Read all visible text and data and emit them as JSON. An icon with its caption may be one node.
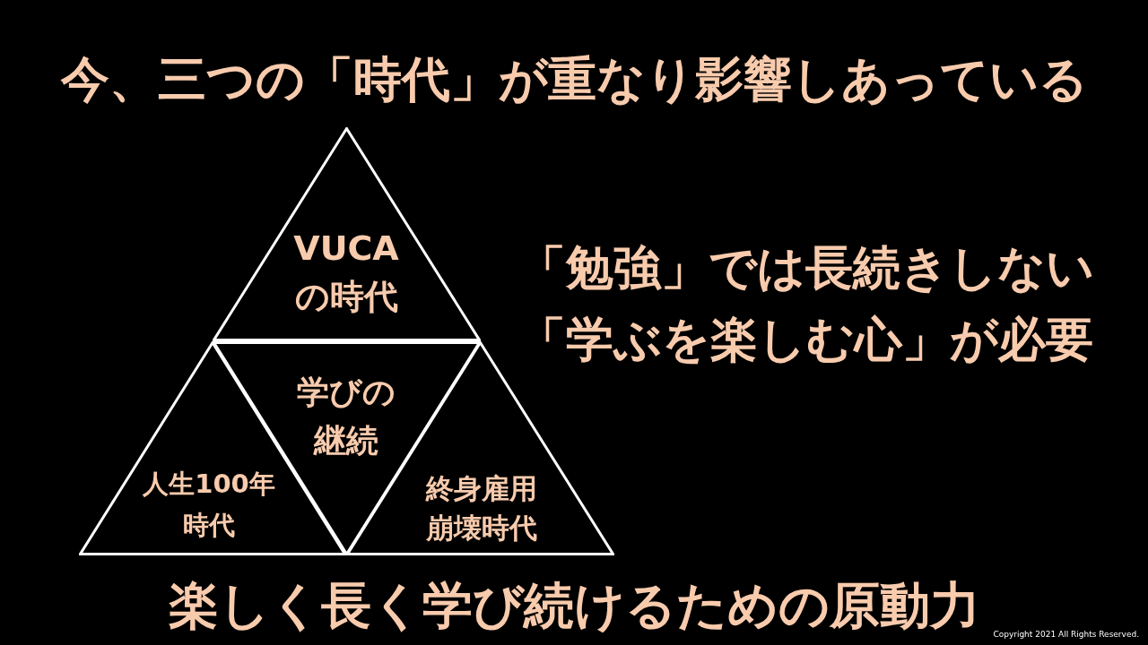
{
  "diagram": {
    "title": "今、三つの「時代」が重なり影響しあっている",
    "nodes": [
      {
        "text": [
          "VUCAの時代"
        ]
      },
      {
        "text": [
          "学びの継続"
        ]
      },
      {
        "text": [
          "人生100年時代"
        ]
      },
      {
        "text": [
          "終身雇用崩壊時代"
        ]
      }
    ],
    "labels": [
      "「勉強」では長続きしない",
      "「学ぶを楽しむ心」が必要",
      "楽しく長く学び続けるための原動力",
      "Copyright 2021 All Rights Reserved."
    ]
  }
}
